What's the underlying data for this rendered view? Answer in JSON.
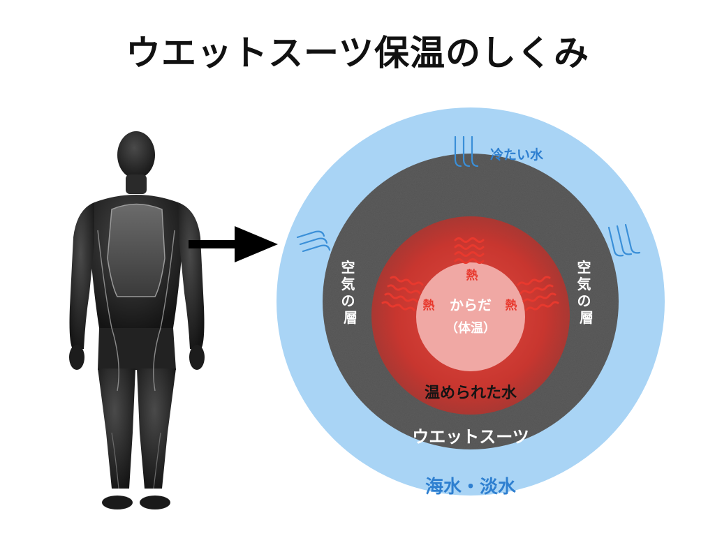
{
  "title": "ウエットスーツ保温のしくみ",
  "labels": {
    "cold_water": "冷たい水",
    "air_layer_left": "空気の層",
    "air_layer_right": "空気の層",
    "heat": "熱",
    "body": "からだ",
    "body_temp": "（体温）",
    "warmed_water": "温められた水",
    "wetsuit": "ウエットスーツ",
    "sea_fresh_water": "海水・淡水"
  },
  "colors": {
    "outer_water": "#a9d4f5",
    "wetsuit_layer": "#5a5a5a",
    "warmed_water": "#c83a32",
    "body_core": "#f0a8a4",
    "blue_text": "#2e7fd0",
    "heat_red": "#e8392e",
    "wave_blue": "#3a8fd8"
  },
  "icons": {
    "person": "wetsuit-person-figure",
    "arrow": "right-arrow-icon",
    "cold_wave": "cold-water-wave-icon",
    "heat_wave": "heat-wave-icon"
  }
}
